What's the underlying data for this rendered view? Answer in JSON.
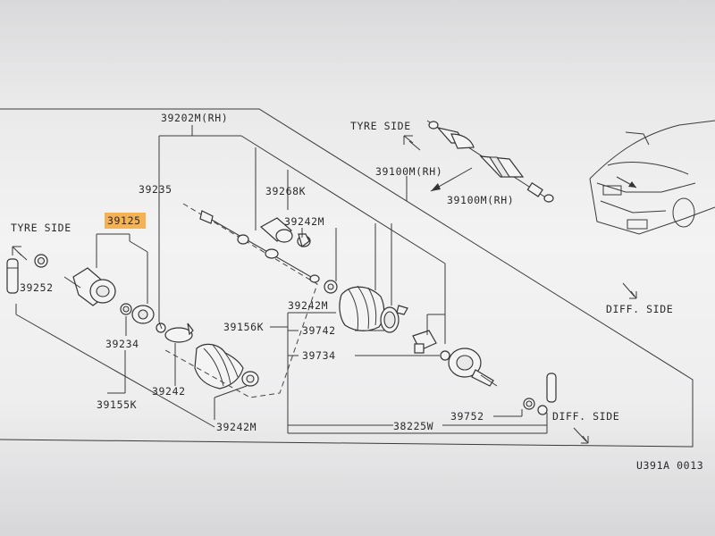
{
  "diagram": {
    "labels": {
      "part_39202M": "39202M(RH)",
      "part_39100M_upper": "39100M(RH)",
      "part_39100M_lower": "39100M(RH)",
      "part_39235": "39235",
      "part_39268K": "39268K",
      "part_39242M_a": "39242M",
      "part_39125": "39125",
      "part_39252": "39252",
      "part_39242M_b": "39242M",
      "part_39156K": "39156K",
      "part_39742": "39742",
      "part_39234": "39234",
      "part_39734": "39734",
      "part_39242": "39242",
      "part_39155K": "39155K",
      "part_39752": "39752",
      "part_38225W": "38225W",
      "part_39242M_c": "39242M",
      "tyre_side_top": "TYRE SIDE",
      "tyre_side_left": "TYRE SIDE",
      "diff_side_right": "DIFF. SIDE",
      "diff_side_bottom": "DIFF. SIDE",
      "figure_code": "U391A 0013"
    },
    "highlight_color": "#f4a73a",
    "highlighted_part": "39125"
  }
}
